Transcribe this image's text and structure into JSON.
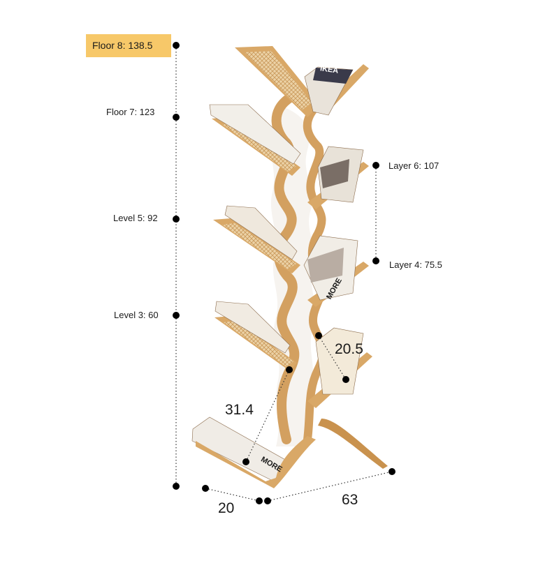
{
  "heights": {
    "floor8": "Floor 8: 138.5",
    "floor7": "Floor 7: 123",
    "level5": "Level 5: 92",
    "level3": "Level 3: 60",
    "layer6": "Layer 6: 107",
    "layer4": "Layer 4: 75.5"
  },
  "dimensions": {
    "depth_shelf": "20.5",
    "diagonal": "31.4",
    "base_depth": "20",
    "base_width": "63"
  },
  "book_spines": {
    "top": "IKEA",
    "middle": "MORE",
    "bottom": "MORE"
  },
  "colors": {
    "highlight": "#f7c869",
    "wood": "#d9a867",
    "wood_dark": "#b9843f",
    "rattan": "#e6c596",
    "panel": "#ffffff"
  }
}
